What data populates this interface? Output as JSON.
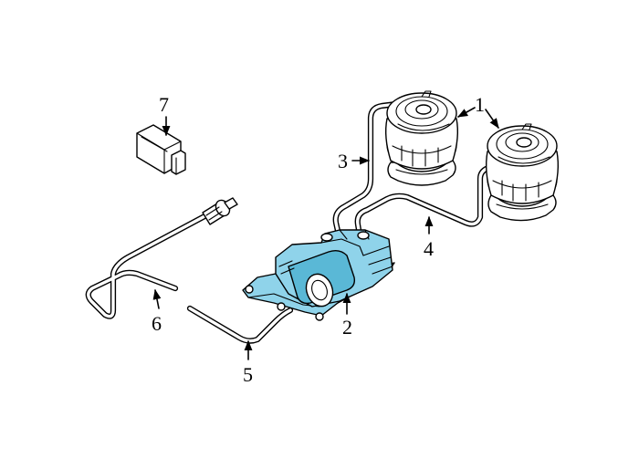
{
  "colors": {
    "highlight": "#8fd3ea",
    "highlight_dark": "#5ab8d6",
    "line": "#000000",
    "background": "#ffffff"
  },
  "callouts": {
    "c1": "1",
    "c2": "2",
    "c3": "3",
    "c4": "4",
    "c5": "5",
    "c6": "6",
    "c7": "7"
  }
}
